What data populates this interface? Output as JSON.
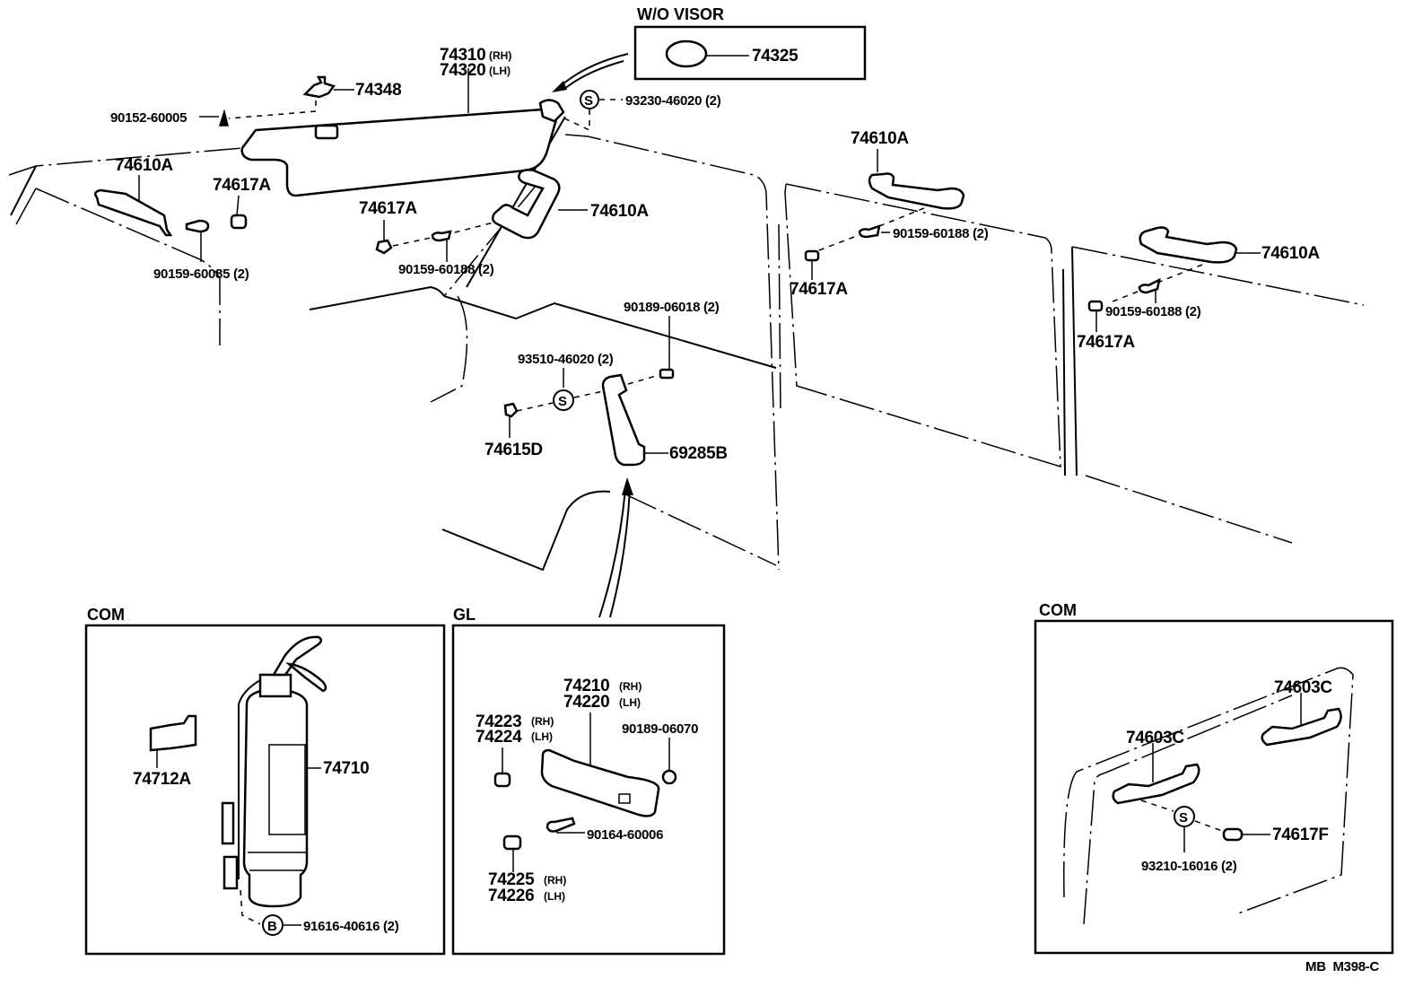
{
  "diagram": {
    "drawing_code": "MB  M398-C",
    "insets": {
      "wo_visor": {
        "title": "W/O VISOR",
        "part": "74325"
      },
      "com_left": {
        "title": "COM",
        "parts": {
          "bracket": "74712A",
          "extinguisher": "74710",
          "bolt": "91616-40616 (2)",
          "bolt_symbol": "B"
        }
      },
      "gl": {
        "title": "GL",
        "parts": {
          "grip_rh": "74210",
          "grip_lh": "74220",
          "grip_rh_tag": "(RH)",
          "grip_lh_tag": "(LH)",
          "cap_upper_rh": "74223",
          "cap_upper_lh": "74224",
          "cap_upper_rh_tag": "(RH)",
          "cap_upper_lh_tag": "(LH)",
          "nut": "90189-06070",
          "screw": "90164-60006",
          "cap_lower_rh": "74225",
          "cap_lower_lh": "74226",
          "cap_lower_rh_tag": "(RH)",
          "cap_lower_lh_tag": "(LH)"
        }
      },
      "com_right": {
        "title": "COM",
        "parts": {
          "grip_upper": "74603C",
          "grip_lower": "74603C",
          "screw": "93210-16016 (2)",
          "screw_symbol": "S",
          "cover": "74617F"
        }
      }
    },
    "callouts": {
      "visor_rh": "74310",
      "visor_rh_tag": "(RH)",
      "visor_lh": "74320",
      "visor_lh_tag": "(LH)",
      "holder": "74348",
      "holder_screw": "90152-60005",
      "visor_screw": "93230-46020 (2)",
      "visor_screw_symbol": "S",
      "grip_front_left": "74610A",
      "cap_front_left": "74617A",
      "screw_front_left": "90159-60085 (2)",
      "cap_pillar": "74617A",
      "grip_pillar": "74610A",
      "screw_pillar": "90159-60188 (2)",
      "grip_mid": "74610A",
      "screw_mid": "90159-60188 (2)",
      "cap_mid": "74617A",
      "grip_rear": "74610A",
      "screw_rear": "90159-60188 (2)",
      "cap_rear": "74617A",
      "nut_door": "90189-06018 (2)",
      "screw_door": "93510-46020 (2)",
      "screw_door_symbol": "S",
      "cover_door": "74615D",
      "grip_door": "69285B"
    }
  }
}
